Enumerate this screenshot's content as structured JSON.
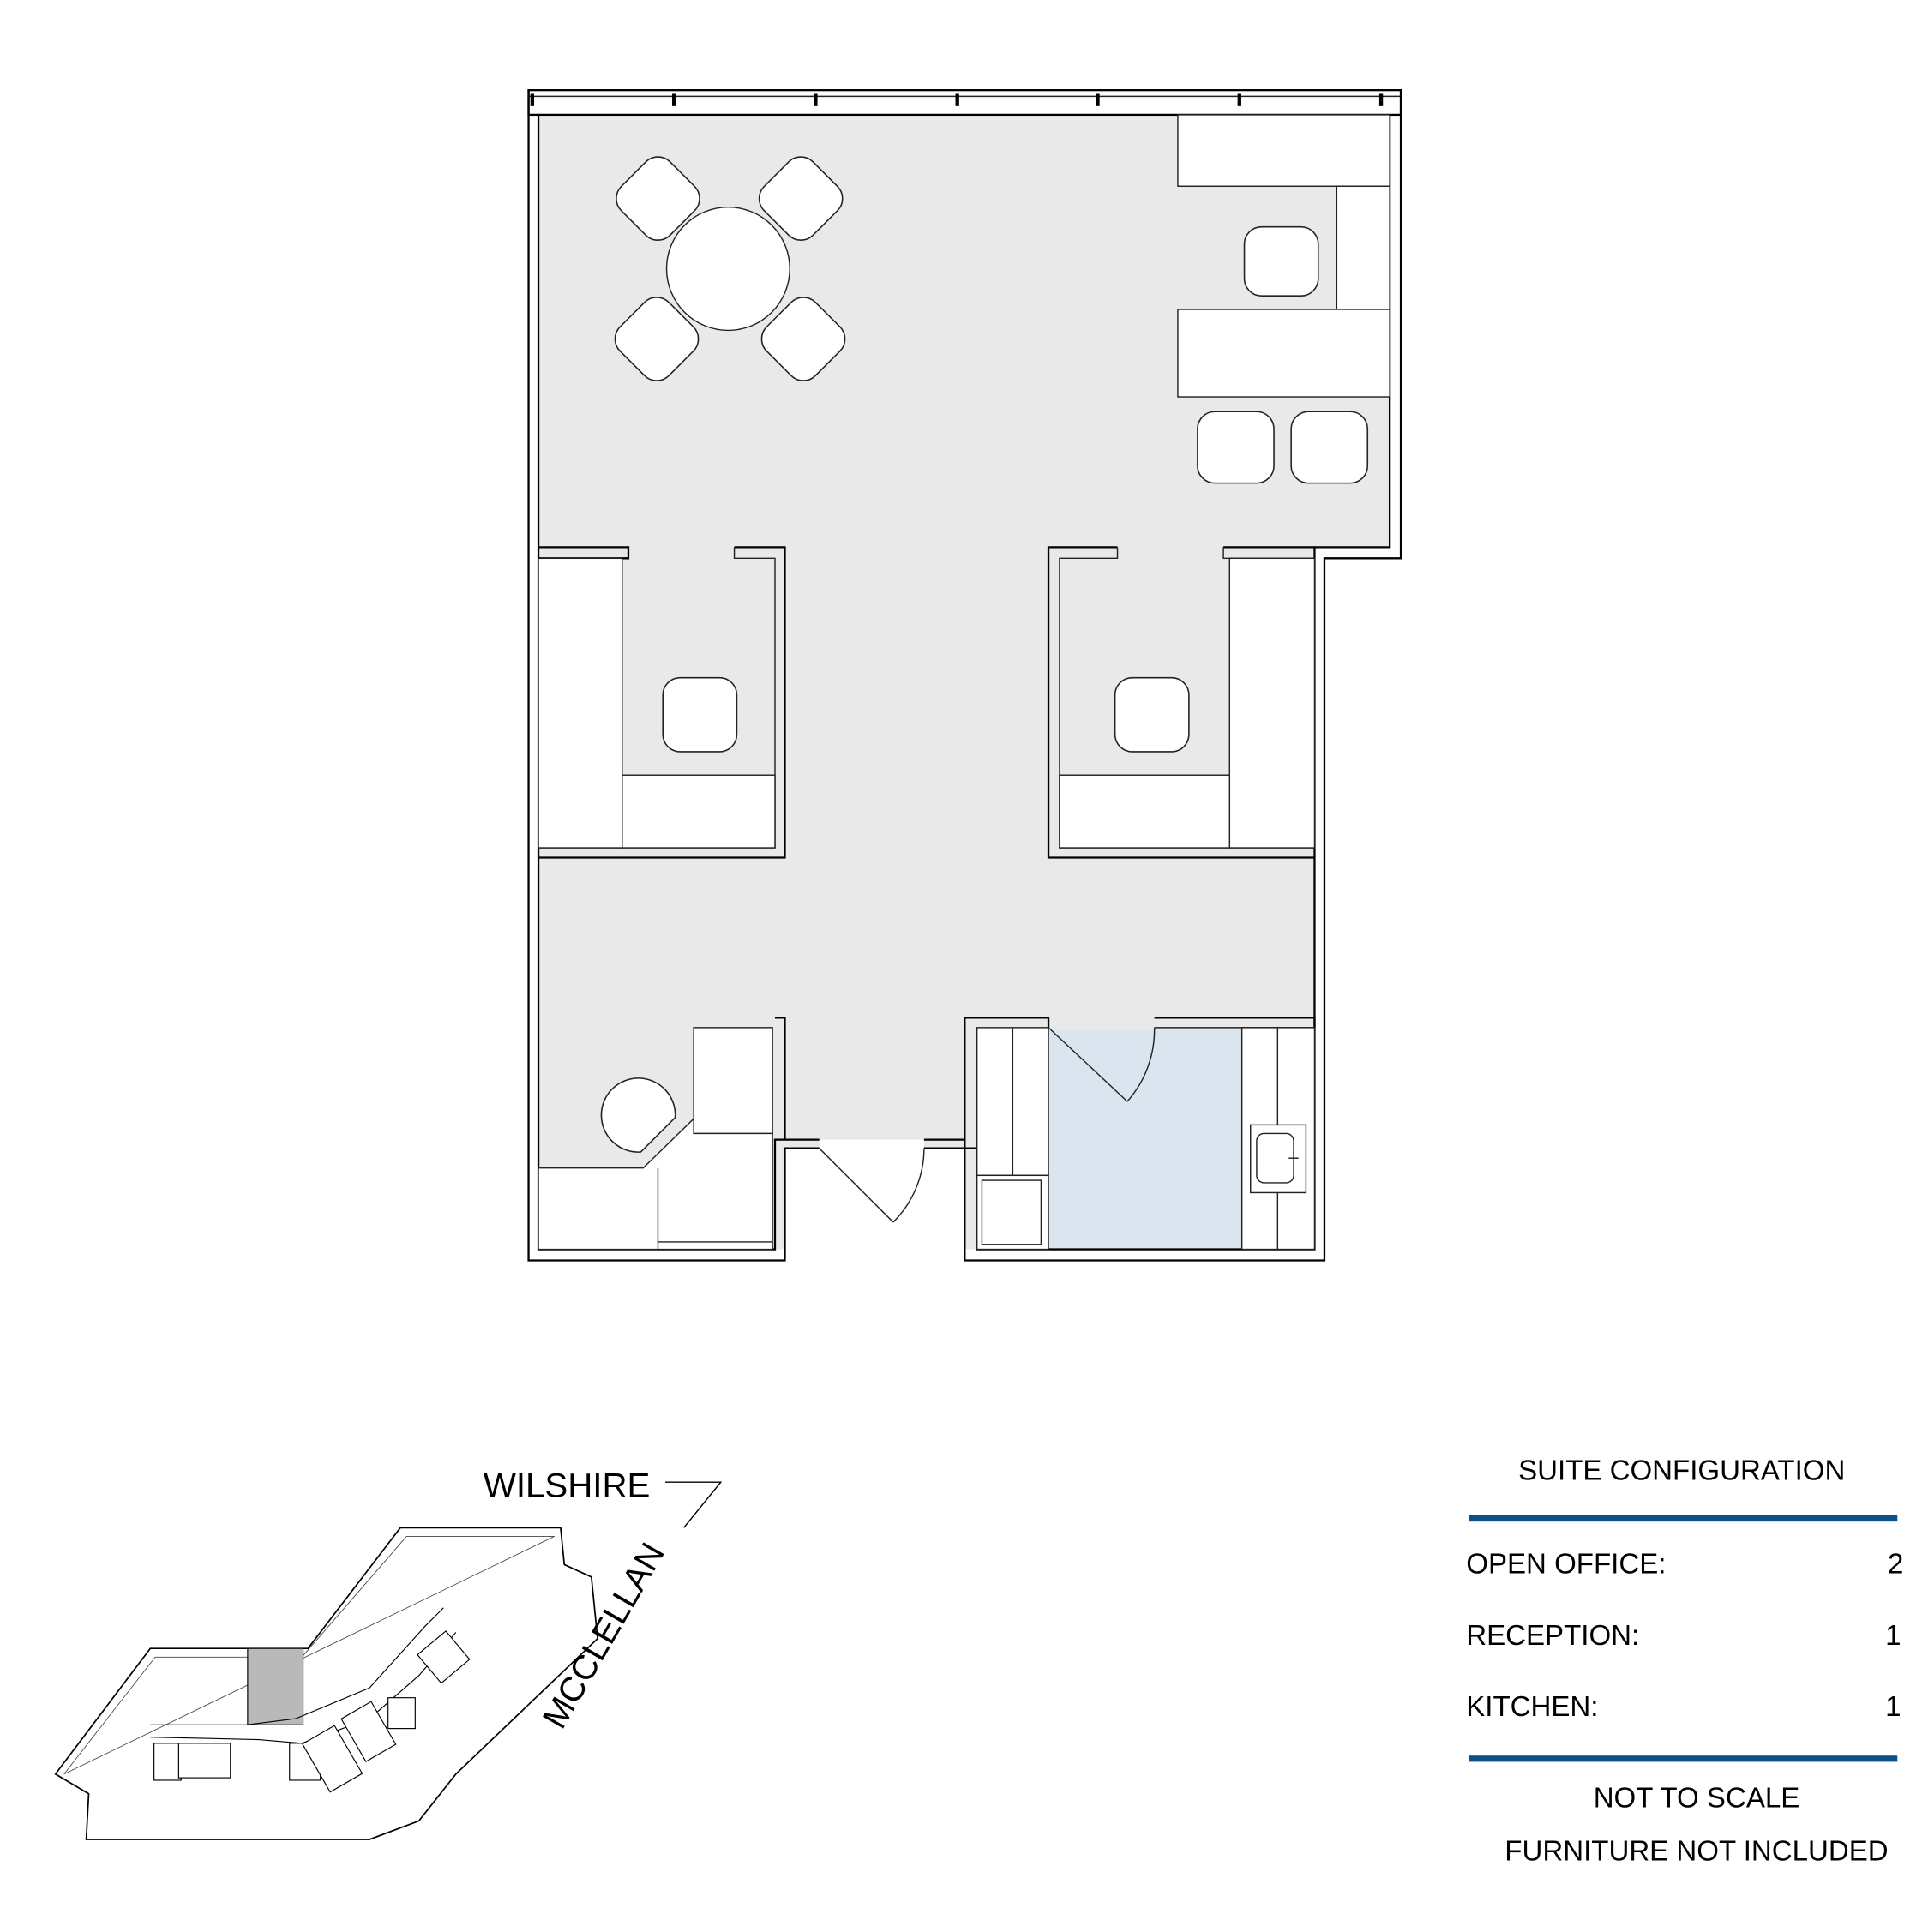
{
  "key_plan": {
    "street_top": "WILSHIRE",
    "street_right": "MCCLELLAN"
  },
  "legend": {
    "title": "SUITE CONFIGURATION",
    "rows": [
      {
        "label": "OPEN OFFICE:",
        "value": "2"
      },
      {
        "label": "RECEPTION:",
        "value": "1"
      },
      {
        "label": "KITCHEN:",
        "value": "1"
      }
    ],
    "note_scale": "NOT TO SCALE",
    "note_furniture": "FURNITURE NOT INCLUDED"
  },
  "colors": {
    "floor": "#e9e9e9",
    "kitchen": "#dbe5f0",
    "rule": "#0b4f8c",
    "suite_highlight": "#b9b9b9"
  }
}
